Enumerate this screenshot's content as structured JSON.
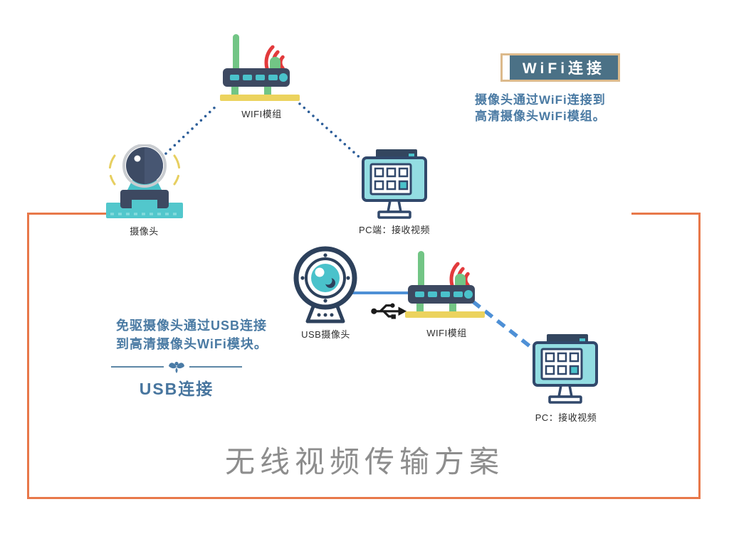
{
  "wifi_section": {
    "badge": "WiFi连接",
    "description_line1": "摄像头通过WiFi连接到",
    "description_line2": "高清摄像头WiFi模组。",
    "router_label": "WIFI模组",
    "camera_label": "摄像头",
    "pc_label": "PC端：接收视频"
  },
  "usb_section": {
    "title": "USB连接",
    "description_line1": "免驱摄像头通过USB连接",
    "description_line2": "到高清摄像头WiFi模块。",
    "camera_label": "USB摄像头",
    "router_label": "WIFI模组",
    "pc_label": "PC：接收视频"
  },
  "footer": {
    "title": "无线视频传输方案"
  },
  "colors": {
    "frame_orange": "#e8784a",
    "navy": "#3d4961",
    "teal": "#4ac2cb",
    "screen_teal": "#93dde2",
    "green": "#72c585",
    "yellow": "#ecd35e",
    "signal_red": "#e23a3c",
    "link_blue": "#4e90d6",
    "dot_blue": "#2d5e99",
    "text_steel_blue": "#4a7aa3",
    "badge_fill": "#4b7186",
    "badge_border": "#dcba8c",
    "footer_gray": "#8d8d8d"
  }
}
